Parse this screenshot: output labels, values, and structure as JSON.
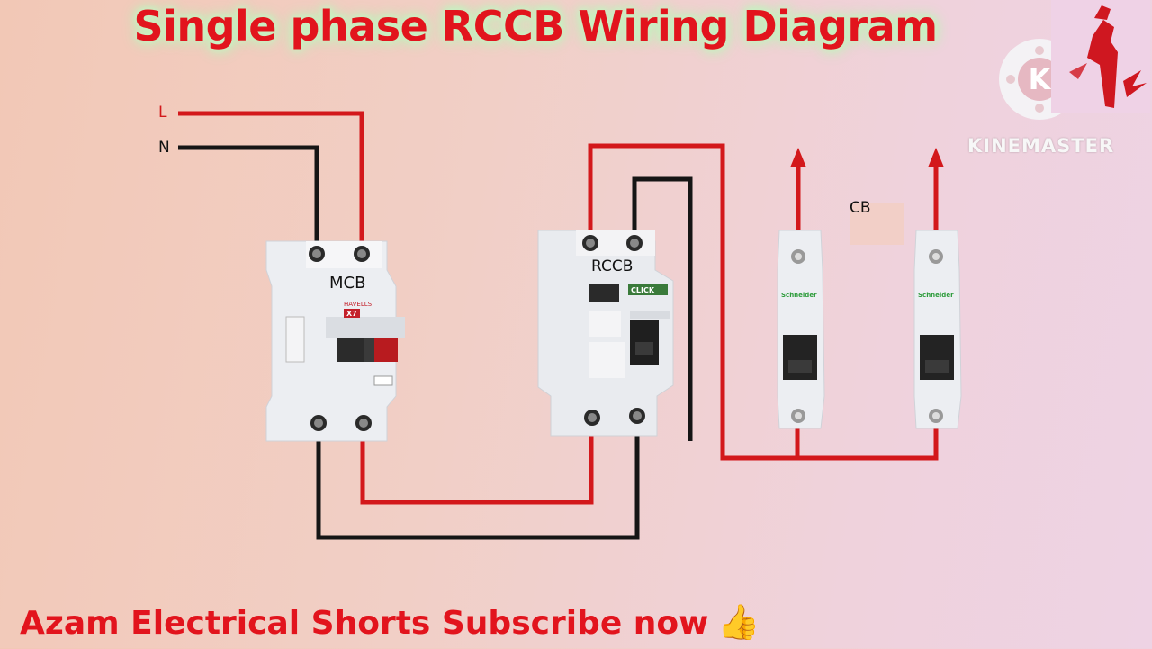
{
  "title": "Single phase RCCB Wiring Diagram",
  "footer": "Azam Electrical Shorts Subscribe now",
  "footer_emoji": "👍",
  "watermark": {
    "brand": "KINEMASTER",
    "logo_letter": "K"
  },
  "labels": {
    "line": "L",
    "neutral": "N",
    "mcb": "MCB",
    "rccb": "RCCB",
    "cb": "CB"
  },
  "device_text": {
    "mcb_brand": "HAVELLS",
    "mcb_model": "X7",
    "rccb_brand": "CLICK",
    "cb_brand": "Schneider"
  },
  "colors": {
    "title": "#e2141d",
    "live_wire": "#d3181b",
    "neutral_wire": "#151515",
    "device_body": "#eceef2"
  }
}
